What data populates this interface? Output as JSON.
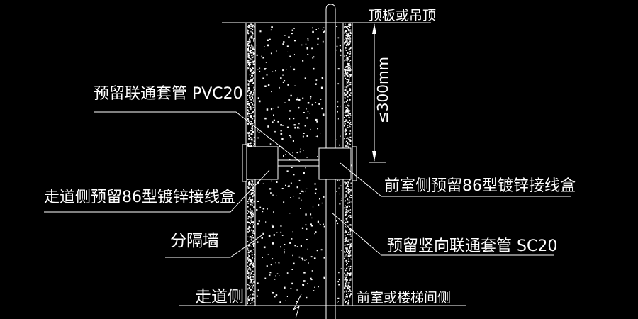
{
  "drawing": {
    "type": "cad-wall-section-detail",
    "colors": {
      "background": "#000000",
      "line": "#ffffff"
    },
    "labels": {
      "ceiling": "顶板或吊顶",
      "pvc_sleeve": "预留联通套管 PVC20",
      "corridor_box": "走道侧预留86型镀锌接线盒",
      "front_box": "前室侧预留86型镀锌接线盒",
      "partition_wall": "分隔墙",
      "vertical_sleeve": "预留竖向联通套管 SC20",
      "corridor_side": "走道侧",
      "front_side": "前室或楼梯间侧",
      "dimension": "≤300mm"
    }
  }
}
